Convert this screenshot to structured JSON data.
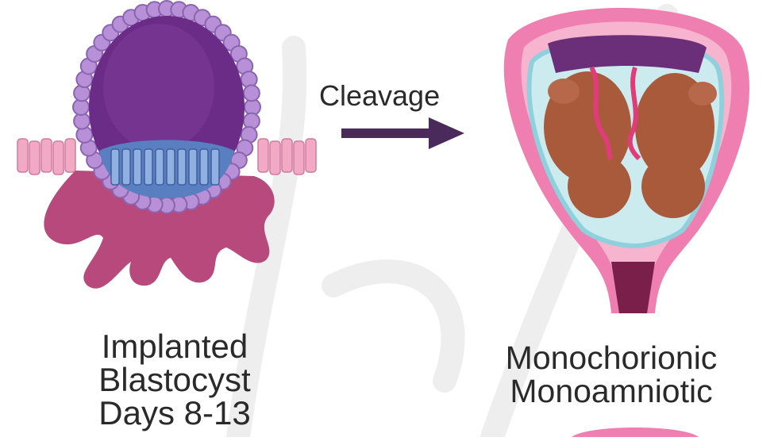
{
  "arrow_label": "Cleavage",
  "left_caption": [
    "Implanted",
    "Blastocyst",
    "Days 8-13"
  ],
  "right_caption": [
    "Monochorionic",
    "Monoamniotic"
  ],
  "colors": {
    "blastocoel": "#6a2c86",
    "trophoblast_cell": "#b890d8",
    "endometrium": "#b8497c",
    "uterine_cells": "#f2a9c4",
    "arrow": "#4a2a5a",
    "uterus_wall": "#f07fb1",
    "amniotic_fluid": "#ccebef",
    "fetus": "#a85a3a",
    "placenta": "#6b2f7a"
  },
  "icons": [
    "arrow-right-icon"
  ]
}
